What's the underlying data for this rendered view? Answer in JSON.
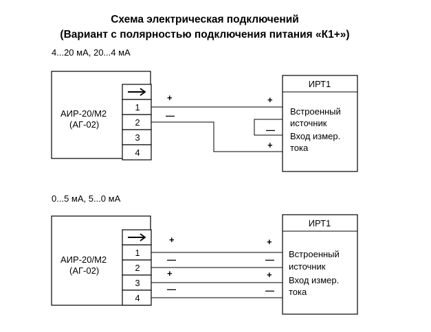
{
  "title": {
    "line1": "Схема электрическая подключений",
    "line2": "(Вариант с полярностью подключения питания «К1+»)"
  },
  "section1": {
    "range_label": "4...20 мА, 20...4 мА",
    "device": {
      "name": "АИР-20/М2",
      "model": "(АГ-02)"
    },
    "terminals": [
      "1",
      "2",
      "3",
      "4"
    ],
    "meter": {
      "header": "ИРТ1",
      "lines": [
        "Встроенный",
        "источник",
        "Вход измер.",
        "тока"
      ]
    },
    "signs": {
      "device_t1": "+",
      "device_t2": "—",
      "meter_source_plus": "+",
      "meter_source_minus": "—",
      "meter_input_plus": "+"
    }
  },
  "section2": {
    "range_label": "0...5 мА, 5...0 мА",
    "device": {
      "name": "АИР-20/М2",
      "model": "(АГ-02)"
    },
    "terminals": [
      "1",
      "2",
      "3",
      "4"
    ],
    "meter": {
      "header": "ИРТ1",
      "lines": [
        "Встроенный",
        "источник",
        "Вход измер.",
        "тока"
      ]
    },
    "signs": {
      "device_t1": "+",
      "device_t2": "—",
      "device_t3": "+",
      "device_t4": "—",
      "meter_source_plus": "+",
      "meter_source_minus": "—",
      "meter_input_plus": "+",
      "meter_input_minus": "—"
    }
  },
  "icons": {
    "terminal_header": "arrow-right-icon"
  }
}
